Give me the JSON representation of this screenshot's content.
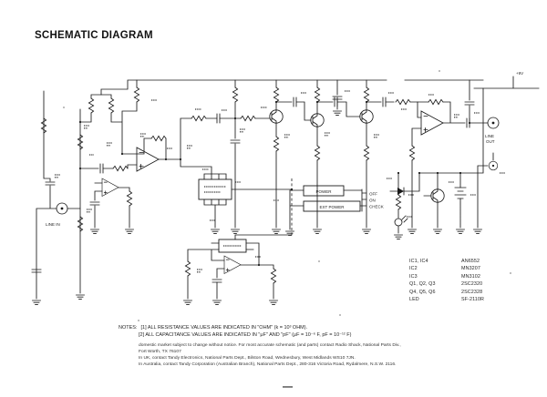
{
  "page": {
    "title": "SCHEMATIC DIAGRAM",
    "page_marker": "—"
  },
  "schematic": {
    "labels": {
      "line_in": "LINE IN",
      "line_out_1": "LINE",
      "line_out_2": "OUT",
      "power_box": "POWER",
      "ext_power_box": "EXT POWER",
      "supply": "+9V",
      "switch_positions": [
        "OFF",
        "ON",
        "CHECK"
      ]
    },
    "parts_table": {
      "rows": [
        {
          "designator": "IC1, IC4",
          "value": "AN6552"
        },
        {
          "designator": "IC2",
          "value": "MN3207"
        },
        {
          "designator": "IC3",
          "value": "MN3102"
        },
        {
          "designator": "Q1, Q2, Q3",
          "value": "2SC2320"
        },
        {
          "designator": "Q4, Q5, Q6",
          "value": "2SC2328"
        },
        {
          "designator": "LED",
          "value": "SF-2110R"
        }
      ]
    }
  },
  "notes": {
    "heading": "NOTES:",
    "note1": "[1] ALL RESISTANCE VALUES ARE INDICATED IN \"OHM\" (k = 10³ OHM).",
    "note2": "[2] ALL CAPACITANCE VALUES ARE INDICATED IN \"μF\" AND \"pF\" (μF = 10⁻⁶ F, pF = 10⁻¹² F)",
    "fine_print": [
      "domestic market subject to change without notice. For most accurate schematic (and parts) contact Radio Shack, National Parts Div.,",
      "Fort Worth, TX 76107",
      "In UK, contact Tandy Electronics, National Parts Dept., Bilston Road, Wednesbury, West Midlands WS10 7JN.",
      "In Australia, contact Tandy Corporation (Australian Branch), National Parts Dept., 280-316 Victoria Road, Rydalmere, N.S.W. 2116."
    ]
  }
}
